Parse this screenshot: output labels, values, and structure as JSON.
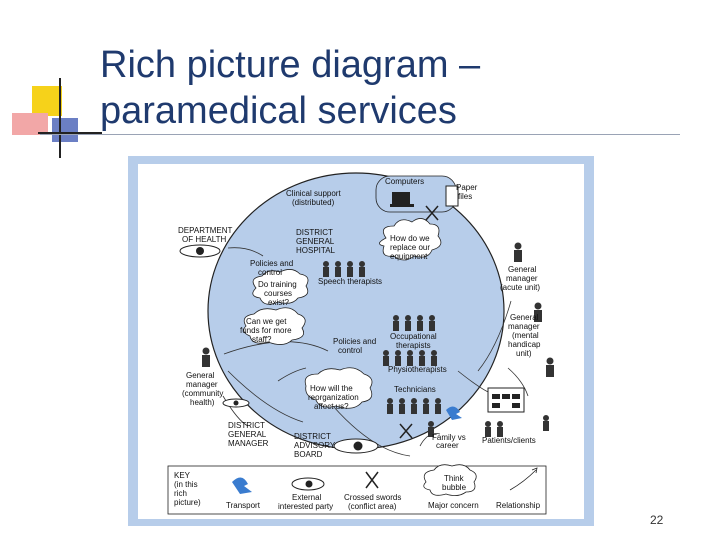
{
  "slide": {
    "title_line1": "Rich picture diagram –",
    "title_line2": "paramedical services",
    "page_number": "22"
  },
  "diagram": {
    "labels": {
      "computers": "Computers",
      "paper_files_1": "Paper",
      "paper_files_2": "files",
      "clinical_support_1": "Clinical support",
      "clinical_support_2": "(distributed)",
      "dept_health_1": "DEPARTMENT",
      "dept_health_2": "OF HEALTH",
      "dgh_1": "DISTRICT",
      "dgh_2": "GENERAL",
      "dgh_3": "HOSPITAL",
      "replace_1": "How do we",
      "replace_2": "replace our",
      "replace_3": "equipment",
      "policies_top_1": "Policies and",
      "policies_top_2": "control",
      "training_1": "Do training",
      "training_2": "courses",
      "training_3": "exist?",
      "speech": "Speech therapists",
      "gm_acute_1": "General",
      "gm_acute_2": "manager",
      "gm_acute_3": "(acute unit)",
      "funds_1": "Can we get",
      "funds_2": "funds for more",
      "funds_3": "staff?",
      "gm_mental_1": "General",
      "gm_mental_2": "manager",
      "gm_mental_3": "(mental",
      "gm_mental_4": "handicap",
      "gm_mental_5": "unit)",
      "policies_mid_1": "Policies and",
      "policies_mid_2": "control",
      "occupational_1": "Occupational",
      "occupational_2": "therapists",
      "gm_community_1": "General",
      "gm_community_2": "manager",
      "gm_community_3": "(community",
      "gm_community_4": "health)",
      "physio": "Physiotherapists",
      "reorg_1": "How will the",
      "reorg_2": "reorganization",
      "reorg_3": "affect us?",
      "technicians": "Technicians",
      "dgm_1": "DISTRICT",
      "dgm_2": "GENERAL",
      "dgm_3": "MANAGER",
      "dab_1": "DISTRICT",
      "dab_2": "ADVISORY",
      "dab_3": "BOARD",
      "family_1": "Family vs",
      "family_2": "career",
      "patients": "Patients/clients"
    },
    "key": {
      "title_1": "KEY",
      "title_2": "(in this",
      "title_3": "rich",
      "title_4": "picture)",
      "transport": "Transport",
      "external_1": "External",
      "external_2": "interested party",
      "swords_1": "Crossed swords",
      "swords_2": "(conflict area)",
      "bubble_1": "Think",
      "bubble_2": "bubble",
      "concern": "Major concern",
      "relationship": "Relationship"
    }
  }
}
